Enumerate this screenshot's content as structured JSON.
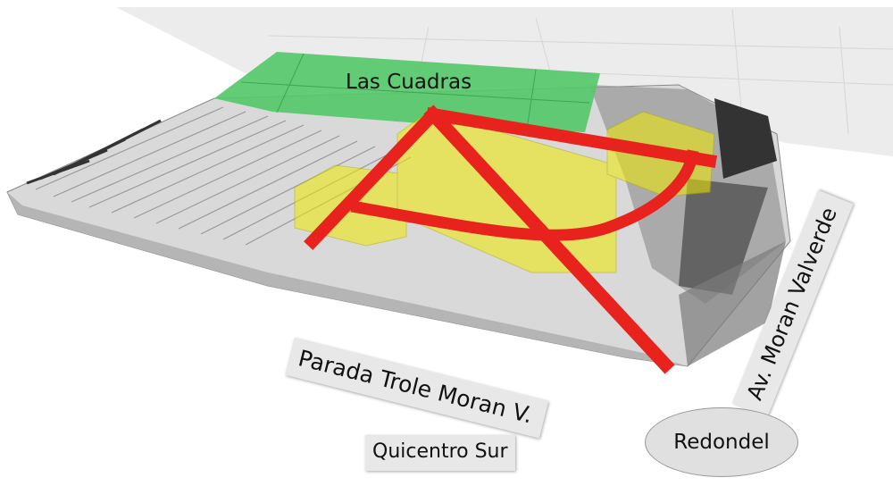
{
  "labels": {
    "las_cuadras": "Las Cuadras",
    "parada_trole": "Parada Trole Moran V.",
    "av_moran": "Av. Moran Valverde",
    "quicentro": "Quicentro Sur",
    "redondel": "Redondel"
  },
  "colors": {
    "green_zone": "#56c86a",
    "yellow_volumes": "#e8e000",
    "red_path": "#e8221c",
    "site_base": "#d9d9d9",
    "label_box": "#e8e8e8"
  }
}
